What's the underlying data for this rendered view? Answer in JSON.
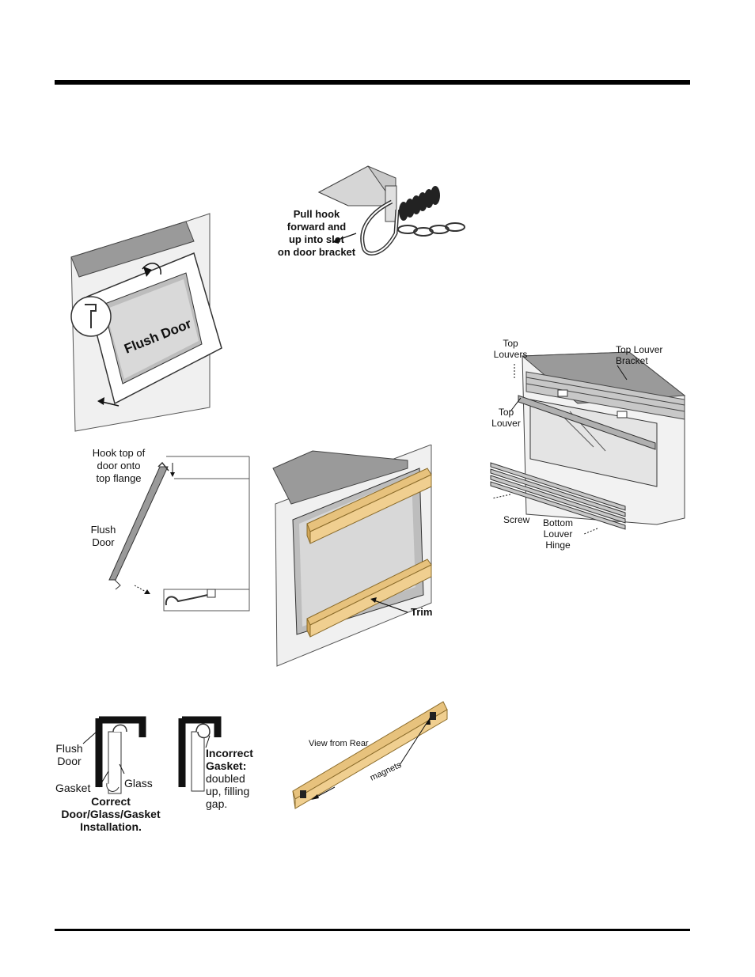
{
  "pull_hook": {
    "line1": "Pull hook",
    "line2": "forward and",
    "line3": "up into slot",
    "line4": "on door bracket"
  },
  "flush_door_fig": {
    "label": "Flush Door"
  },
  "hook_fig": {
    "hook1": "Hook top of",
    "hook2": "door onto",
    "hook3": "top flange",
    "door1": "Flush",
    "door2": "Door"
  },
  "trim_fig": {
    "trim": "Trim"
  },
  "louver_fig": {
    "top_louvers1": "Top",
    "top_louvers2": "Louvers",
    "bracket1": "Top Louver",
    "bracket2": "Bracket",
    "top_louver1": "Top",
    "top_louver2": "Louver",
    "screw": "Screw",
    "hinge1": "Bottom",
    "hinge2": "Louver",
    "hinge3": "Hinge"
  },
  "gasket_fig": {
    "flush1": "Flush",
    "flush2": "Door",
    "gasket": "Gasket",
    "glass": "Glass",
    "correct1": "Correct",
    "correct2": "Door/Glass/Gasket",
    "correct3": "Installation.",
    "incorrect1": "Incorrect",
    "incorrect2": "Gasket:",
    "incorrect3": "doubled",
    "incorrect4": "up, filling",
    "incorrect5": "gap."
  },
  "rear_fig": {
    "view": "View from Rear",
    "magnets": "magnets"
  }
}
